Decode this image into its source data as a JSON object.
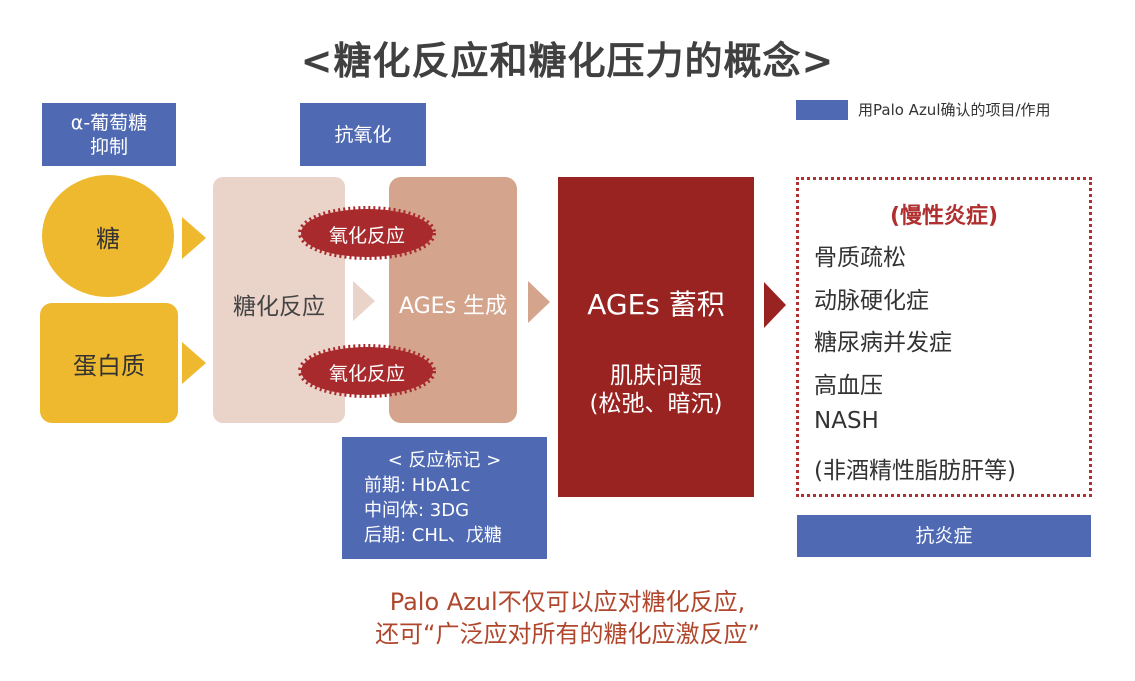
{
  "title": "<糖化反应和糖化压力的概念>",
  "legend": {
    "label": "用Palo Azul确认的项目/作用",
    "color": "#4f69b3"
  },
  "top_boxes": {
    "alpha_glucosidase": [
      "α-葡萄糖",
      "抑制"
    ],
    "antioxidant": "抗氧化"
  },
  "inputs": {
    "sugar": "糖",
    "protein": "蛋白质"
  },
  "glycation": "糖化反应",
  "oxidation": "氧化反应",
  "ages_generation": "AGEs 生成",
  "ages_accumulation": {
    "title": "AGEs 蓄积",
    "sub": [
      "肌肤问题",
      "(松弛、暗沉)"
    ]
  },
  "reaction_markers": {
    "title": "< 反应标记 >",
    "lines": [
      "前期: HbA1c",
      "中间体: 3DG",
      "后期: CHL、戊糖"
    ]
  },
  "chronic_inflammation": {
    "title": "(慢性炎症)",
    "diseases": [
      "骨质疏松",
      "动脉硬化症",
      "糖尿病并发症",
      "高血压",
      "NASH",
      "(非酒精性脂肪肝等)"
    ]
  },
  "anti_inflammation": "抗炎症",
  "bottom_note": [
    "Palo Azul不仅可以应对糖化反应,",
    "还可“广泛应对所有的糖化应激反应”"
  ],
  "colors": {
    "blue": "#4f69b3",
    "yellow": "#eeb92e",
    "light_pink": "#ead3c9",
    "tan": "#d4a48d",
    "dark_red": "#982320",
    "oxidation_red": "#a92a2c",
    "note": "#b0472d"
  }
}
